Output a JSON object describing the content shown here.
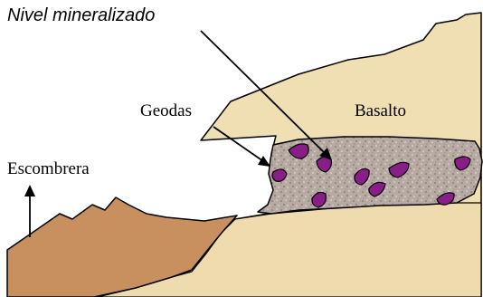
{
  "labels": {
    "mineralized": "Nivel mineralizado",
    "geodes": "Geodas",
    "basalt": "Basalto",
    "spoil": "Escombrera"
  },
  "colors": {
    "basalt_fill": "#f0dfb3",
    "spoil_fill": "#c88f5f",
    "mineral_fill": "#b7aaa2",
    "geode_fill": "#8a1e88",
    "outline": "#000000"
  }
}
